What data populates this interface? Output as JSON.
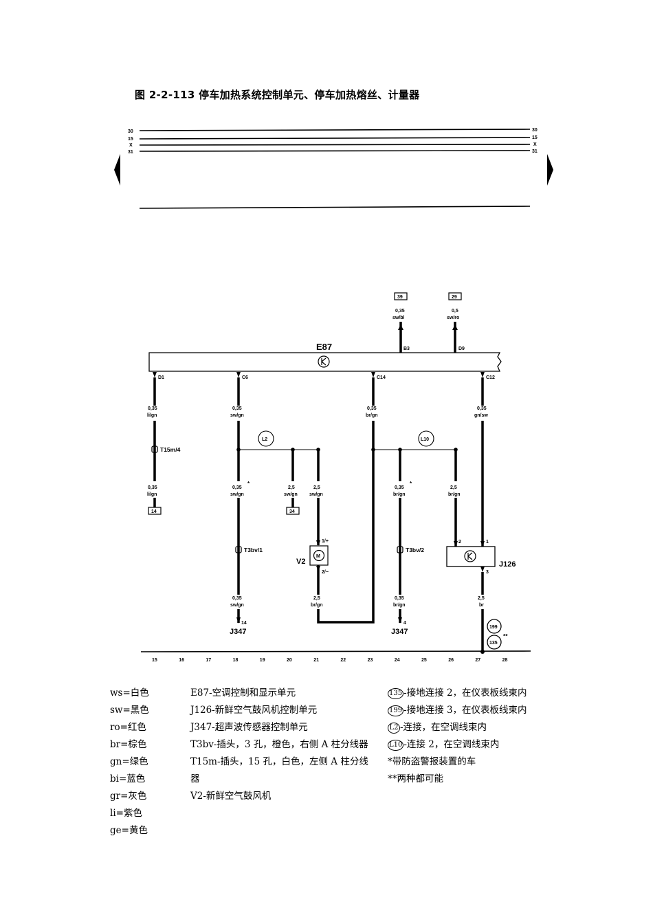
{
  "title": "图 2-2-113   停车加热系统控制单元、停车加热熔丝、计量器",
  "bus_labels": [
    "30",
    "15",
    "X",
    "31"
  ],
  "grid_numbers": [
    "15",
    "16",
    "17",
    "18",
    "19",
    "20",
    "21",
    "22",
    "23",
    "24",
    "25",
    "26",
    "27",
    "28"
  ],
  "components": {
    "e87": "E87",
    "j126": "J126",
    "v2": "V2",
    "j347_a": "J347",
    "j347_b": "J347",
    "t15m": "T15m/4",
    "t3bv1": "T3bv/1",
    "t3bv2": "T3bv/2"
  },
  "pins": {
    "b3": "B3",
    "d9": "D9",
    "d1": "D1",
    "c6": "C6",
    "c14": "C14",
    "c12": "C12",
    "v2_1": "1/+",
    "v2_2": "2/−",
    "j126_2": "2",
    "j126_1": "1",
    "j126_3": "3",
    "j347a_pin": "14",
    "j347b_pin": "4"
  },
  "boxes": {
    "b39": "39",
    "b29": "29",
    "b14": "14",
    "b34": "34"
  },
  "connectors": {
    "l2": "L2",
    "l10": "L10",
    "g199": "199",
    "g135": "135"
  },
  "wires": {
    "w39": [
      "0,35",
      "sw/bl"
    ],
    "w29": [
      "0,5",
      "sw/ro"
    ],
    "d1a": [
      "0,35",
      "li/gn"
    ],
    "d1b": [
      "0,35",
      "li/gn"
    ],
    "c6a": [
      "0,35",
      "sw/gn"
    ],
    "c6b": [
      "0,35",
      "sw/gn"
    ],
    "c6c": [
      "0,35",
      "sw/gn"
    ],
    "b34w": [
      "2,5",
      "sw/gn"
    ],
    "v2top": [
      "2,5",
      "sw/gn"
    ],
    "v2bot": [
      "2,5",
      "br/gn"
    ],
    "c14w": [
      "0,35",
      "br/gn"
    ],
    "t3b_top": [
      "0,35",
      "br/gn"
    ],
    "t3b_bot": [
      "0,35",
      "br/gn"
    ],
    "j126in": [
      "2,5",
      "br/gn"
    ],
    "c12w": [
      "0,35",
      "gn/sw"
    ],
    "j126out": [
      "2,5",
      "br"
    ]
  },
  "marks": {
    "star": "*",
    "dstar": "**"
  },
  "legend": {
    "colors": [
      "ws=白色",
      "sw=黑色",
      "ro=红色",
      "br=棕色",
      "gn=绿色",
      "bi=蓝色",
      "gr=灰色",
      "li=紫色",
      "ge=黄色"
    ],
    "components": [
      "E87-空调控制和显示单元",
      "J126-新鲜空气鼓风机控制单元",
      "J347-超声波传感器控制单元",
      "T3bv-插头，3 孔，橙色，右侧 A 柱分线器",
      "T15m-插头，15 孔，白色，左侧 A 柱分线",
      "器",
      "V2-新鲜空气鼓风机"
    ],
    "notes": [
      {
        "badge": "135",
        "text": "-接地连接 2，在仪表板线束内"
      },
      {
        "badge": "199",
        "text": "-接地连接 3，在仪表板线束内"
      },
      {
        "badge": "L2",
        "text": "-连接，在空调线束内"
      },
      {
        "badge": "L10",
        "text": "-连接 2，在空调线束内"
      },
      {
        "badge": "",
        "text": "*带防盗警报装置的车"
      },
      {
        "badge": "",
        "text": "**两种都可能"
      }
    ]
  }
}
